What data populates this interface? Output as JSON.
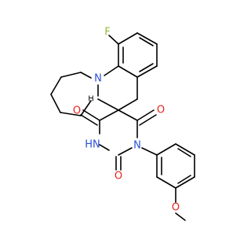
{
  "molecule": {
    "atoms": {
      "fluorine": {
        "symbol": "F",
        "color": "#8fbc3a"
      },
      "n_ring": {
        "symbol": "N",
        "color": "#2a4fd6"
      },
      "h_ring": {
        "symbol": "H",
        "color": "#000000"
      },
      "o_upper_left": {
        "symbol": "O",
        "color": "#e8221b"
      },
      "o_upper_right": {
        "symbol": "O",
        "color": "#e8221b"
      },
      "nh_imide": {
        "symbol": "HN",
        "color": "#2a4fd6"
      },
      "n_imide": {
        "symbol": "N",
        "color": "#2a4fd6"
      },
      "o_lower": {
        "symbol": "O",
        "color": "#e8221b"
      },
      "o_methoxy": {
        "symbol": "O",
        "color": "#e8221b"
      }
    }
  }
}
